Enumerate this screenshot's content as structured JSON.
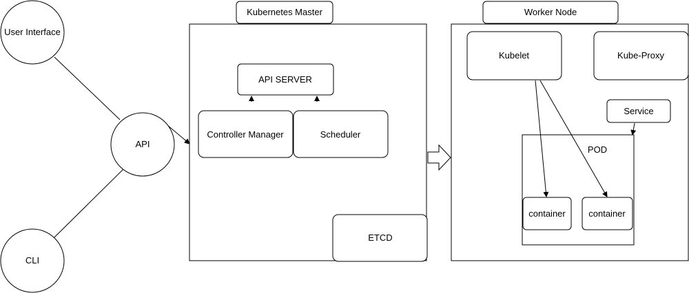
{
  "colors": {
    "stroke": "#000000",
    "fill": "#ffffff",
    "text": "#000000"
  },
  "nodes": {
    "user_interface": "User Interface",
    "api": "API",
    "cli": "CLI",
    "master_title": "Kubernetes Master",
    "api_server": "API SERVER",
    "controller_manager": "Controller Manager",
    "scheduler": "Scheduler",
    "etcd": "ETCD",
    "worker_title": "Worker Node",
    "kubelet": "Kubelet",
    "kube_proxy": "Kube-Proxy",
    "service": "Service",
    "pod": "POD",
    "container_1": "container",
    "container_2": "container"
  }
}
